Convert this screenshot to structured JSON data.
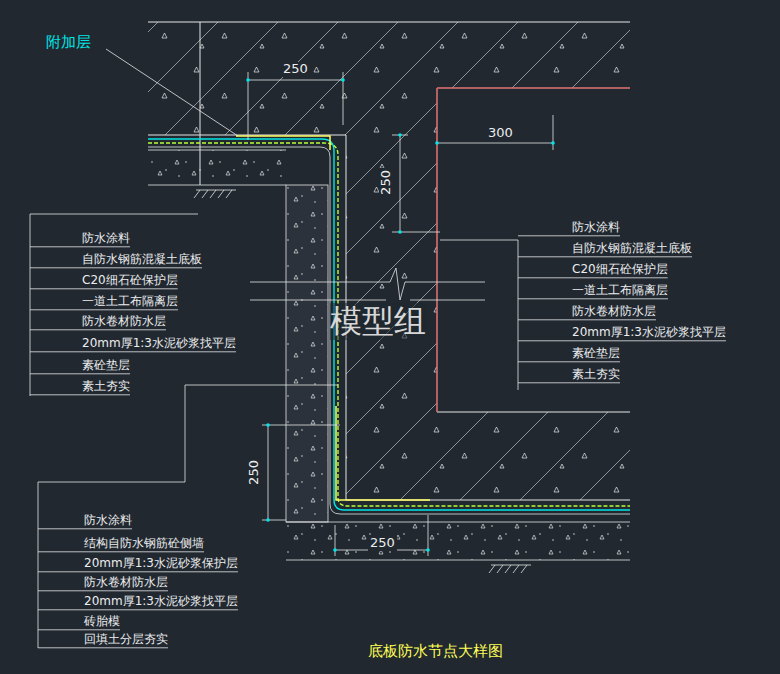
{
  "diagram": {
    "caption": "底板防水节点大样图",
    "labels": [
      "附加层",
      "250",
      "300",
      "250",
      "防水涂料",
      "自防水钢筋混凝土底板",
      "C20细石砼保护层",
      "一道土工布隔离层",
      "防水卷材防水层",
      "20mm厚1:3水泥砂浆找平层",
      "素砼垫层",
      "素土夯实",
      "防水涂料",
      "自防水钢筋混凝土底板",
      "C20细石砼保护层",
      "一道土工布隔离层",
      "防水卷材防水层",
      "20mm厚1:3水泥砂浆找平层",
      "素砼垫层",
      "素土夯实",
      "防水涂料",
      "结构自防水钢筋砼侧墙",
      "20mm厚1:3水泥砂浆保护层",
      "防水卷材防水层",
      "20mm厚1:3水泥砂浆找平层",
      "砖胎模",
      "回填土分层夯实",
      "250",
      "250",
      "模型组"
    ]
  }
}
